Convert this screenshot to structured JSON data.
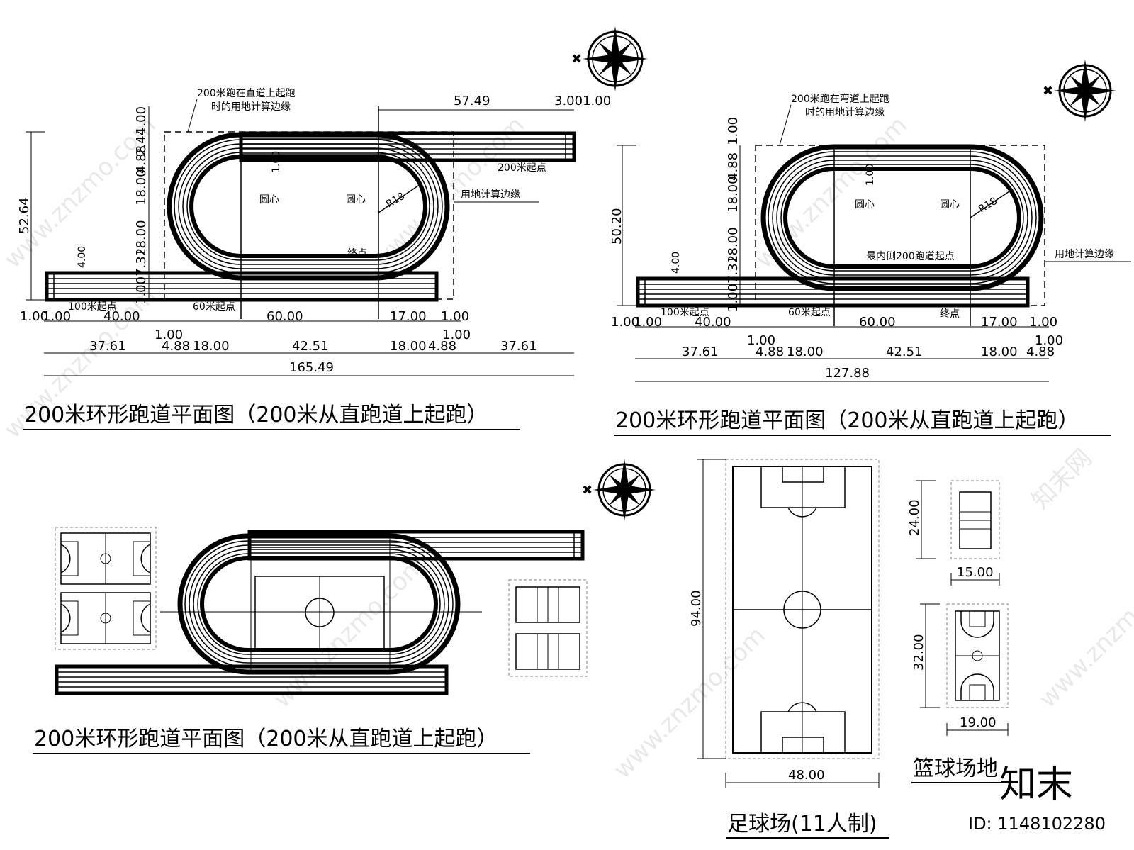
{
  "drawing1": {
    "title": "200米环形跑道平面图（200米从直跑道上起跑）",
    "note_boundary": [
      "200米跑在直道上起跑",
      "时的用地计算边缘"
    ],
    "label_start200": "200米起点",
    "label_edge": "用地计算边缘",
    "label_center_left": "圆心",
    "label_center_right": "圆心",
    "label_radius": "R18",
    "label_finish": "终点",
    "label_start100": "100米起点",
    "label_start60": "60米起点",
    "dim_height": "52.64",
    "dim_top": "57.49",
    "dim_top_right": "3.001.00",
    "dim_vert_left": [
      "1.00",
      "2.44",
      "4.88",
      "18.00",
      "18.00",
      "1.007.32"
    ],
    "dim_lane_inner": "1.00",
    "dim_lane_bottom": "4.00",
    "dim_row1": [
      "1.00",
      "1.00",
      "40.00",
      "60.00",
      "17.00",
      "1.00"
    ],
    "dim_row1_sub": [
      "1.00",
      "1.00"
    ],
    "dim_row2": [
      "37.61",
      "4.88",
      "18.00",
      "42.51",
      "18.00",
      "4.88",
      "37.61"
    ],
    "dim_total": "165.49"
  },
  "drawing2": {
    "title": "200米环形跑道平面图（200米从直跑道上起跑）",
    "note_boundary": [
      "200米跑在弯道上起跑",
      "时的用地计算边缘"
    ],
    "label_edge": "用地计算边缘",
    "label_center_left": "圆心",
    "label_center_right": "圆心",
    "label_radius": "R18",
    "label_inner_start": "最内侧200跑道起点",
    "label_start100": "100米起点",
    "label_start60": "60米起点",
    "label_finish": "终点",
    "dim_height": "50.20",
    "dim_vert_left": [
      "1.00",
      "4.88",
      "18.00",
      "18.00",
      "1.007.32"
    ],
    "dim_lane_inner": "1.00",
    "dim_lane_bottom": "4.00",
    "dim_row1": [
      "1.00",
      "1.00",
      "40.00",
      "60.00",
      "17.00",
      "1.00"
    ],
    "dim_row1_sub": [
      "1.00",
      "1.00"
    ],
    "dim_row2": [
      "37.61",
      "4.88",
      "18.00",
      "42.51",
      "18.00",
      "4.88"
    ],
    "dim_total": "127.88"
  },
  "drawing3": {
    "title": "200米环形跑道平面图（200米从直跑道上起跑）"
  },
  "soccer": {
    "title": "足球场(11人制)",
    "dim_height": "94.00",
    "dim_width": "48.00"
  },
  "basketball": {
    "title": "篮球场地",
    "volley_height": "24.00",
    "volley_width": "15.00",
    "court_height": "32.00",
    "court_width": "19.00"
  },
  "watermark": {
    "site": "www.znzmo.com",
    "brand": "知末网",
    "logo": "知末",
    "id": "ID: 1148102280"
  },
  "icons": [
    "compass-icon",
    "compass-icon",
    "compass-icon"
  ]
}
